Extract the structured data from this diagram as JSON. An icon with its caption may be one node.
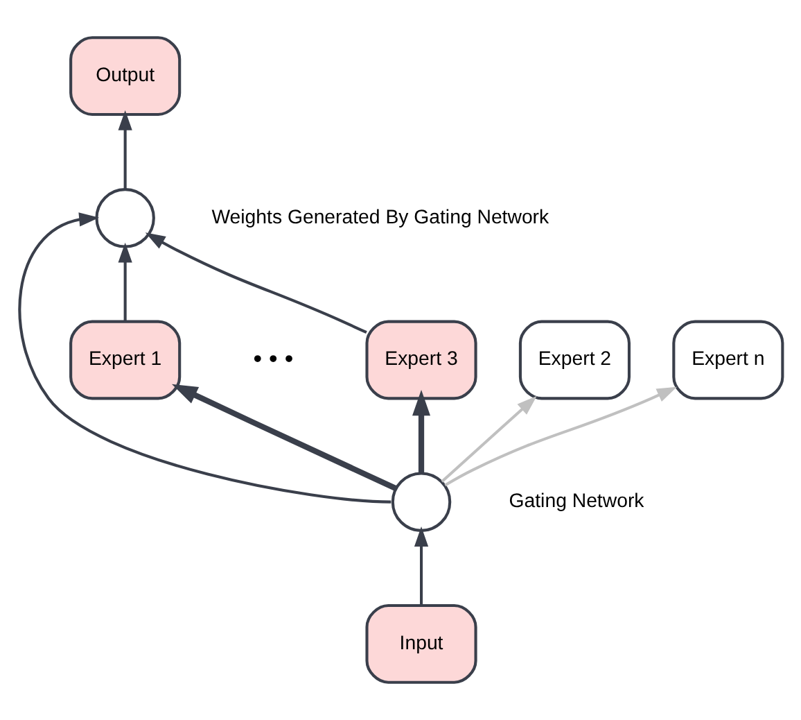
{
  "diagram": {
    "nodes": [
      {
        "text": [
          "Output"
        ]
      },
      {
        "text": [],
        "shape": "circle",
        "beside": [
          "Weights Generated By Gating Network"
        ]
      },
      {
        "text": [
          "Expert 1"
        ]
      },
      {
        "text": [
          "Expert 2"
        ]
      },
      {
        "text": [
          "Expert 3"
        ]
      },
      {
        "text": [
          "Expert n"
        ]
      },
      {
        "text": [],
        "shape": "circle",
        "beside": [
          "Gating Network"
        ]
      },
      {
        "text": [
          "Input"
        ]
      }
    ],
    "edges": [
      {
        "from": 7,
        "to": 6,
        "arrow": "to"
      },
      {
        "from": 6,
        "to": 2,
        "arrow": "to",
        "style": "thick"
      },
      {
        "from": 6,
        "to": 3,
        "arrow": "to",
        "color": "#c0c0c0"
      },
      {
        "from": 6,
        "to": 4,
        "arrow": "to",
        "style": "thick"
      },
      {
        "from": 6,
        "to": 5,
        "arrow": "to",
        "color": "#c0c0c0"
      },
      {
        "from": 6,
        "to": 1,
        "arrow": "to"
      },
      {
        "from": 2,
        "to": 1,
        "arrow": "to"
      },
      {
        "from": 4,
        "to": 1,
        "arrow": "to"
      },
      {
        "from": 1,
        "to": 0,
        "arrow": "to"
      }
    ],
    "labels": [
      "• • •"
    ]
  }
}
